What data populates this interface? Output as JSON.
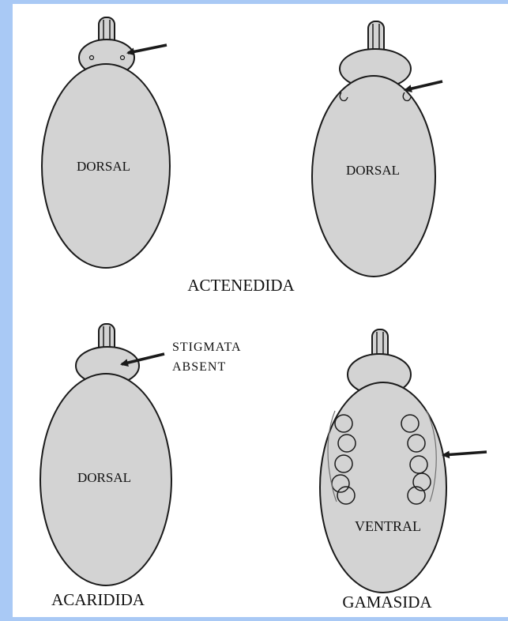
{
  "colors": {
    "frame": "#a9c9f5",
    "background": "#ffffff",
    "body_fill": "#d3d3d3",
    "stroke": "#1a1a1a"
  },
  "panels": [
    {
      "id": "actenedida-1",
      "body_label": "DORSAL"
    },
    {
      "id": "actenedida-2",
      "body_label": "DORSAL"
    },
    {
      "id": "acaridida",
      "body_label": "DORSAL",
      "annotation": [
        "STIGMATA",
        "ABSENT"
      ]
    },
    {
      "id": "gamasida",
      "body_label": "VENTRAL"
    }
  ],
  "group_labels": {
    "top": "ACTENEDIDA",
    "bottom_left": "ACARIDIDA",
    "bottom_right": "GAMASIDA"
  }
}
